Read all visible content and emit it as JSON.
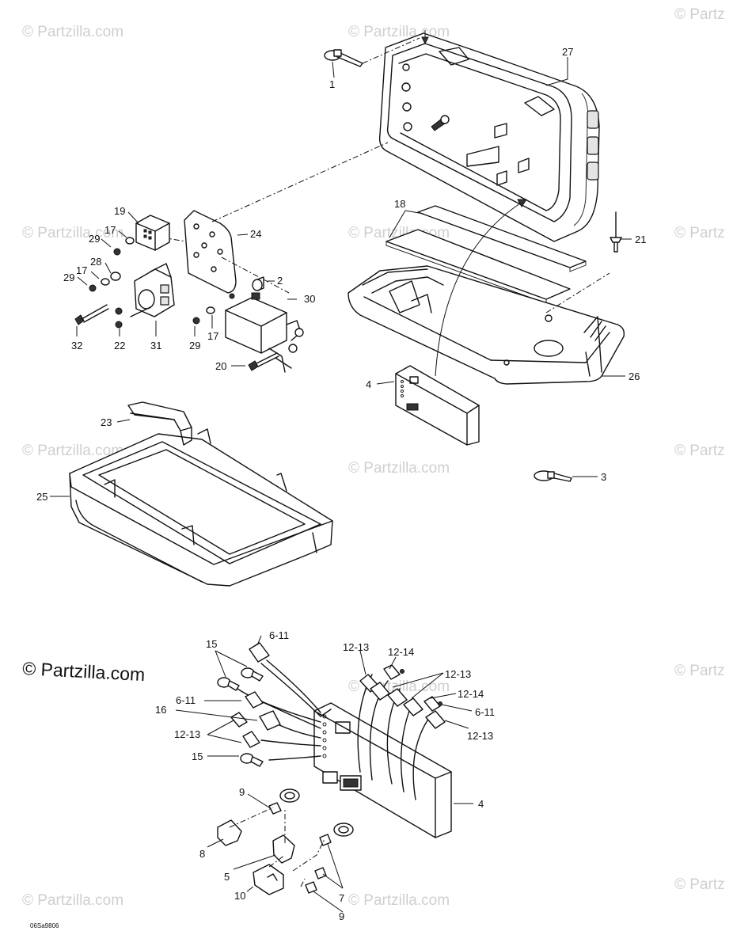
{
  "watermark": {
    "text": "© Partzilla.com",
    "main_text": "© Partzilla.com",
    "partial_text": "© Partz",
    "partial_text_2": "© Part"
  },
  "diagram_code": "06Sa9806",
  "callouts": {
    "c1": "1",
    "c2": "2",
    "c3": "3",
    "c4a": "4",
    "c4b": "4",
    "c5": "5",
    "c6_11a": "6-11",
    "c6_11b": "6-11",
    "c6_11c": "6-11",
    "c7": "7",
    "c8": "8",
    "c9a": "9",
    "c9b": "9",
    "c10": "10",
    "c12_13a": "12-13",
    "c12_13b": "12-13",
    "c12_13c": "12-13",
    "c12_13d": "12-13",
    "c12_14a": "12-14",
    "c12_14b": "12-14",
    "c15a": "15",
    "c15b": "15",
    "c16": "16",
    "c17a": "17",
    "c17b": "17",
    "c17c": "17",
    "c18": "18",
    "c19": "19",
    "c20": "20",
    "c21": "21",
    "c22": "22",
    "c23": "23",
    "c24": "24",
    "c25": "25",
    "c26": "26",
    "c27": "27",
    "c28": "28",
    "c29a": "29",
    "c29b": "29",
    "c29c": "29",
    "c30": "30",
    "c31": "31",
    "c32": "32"
  }
}
